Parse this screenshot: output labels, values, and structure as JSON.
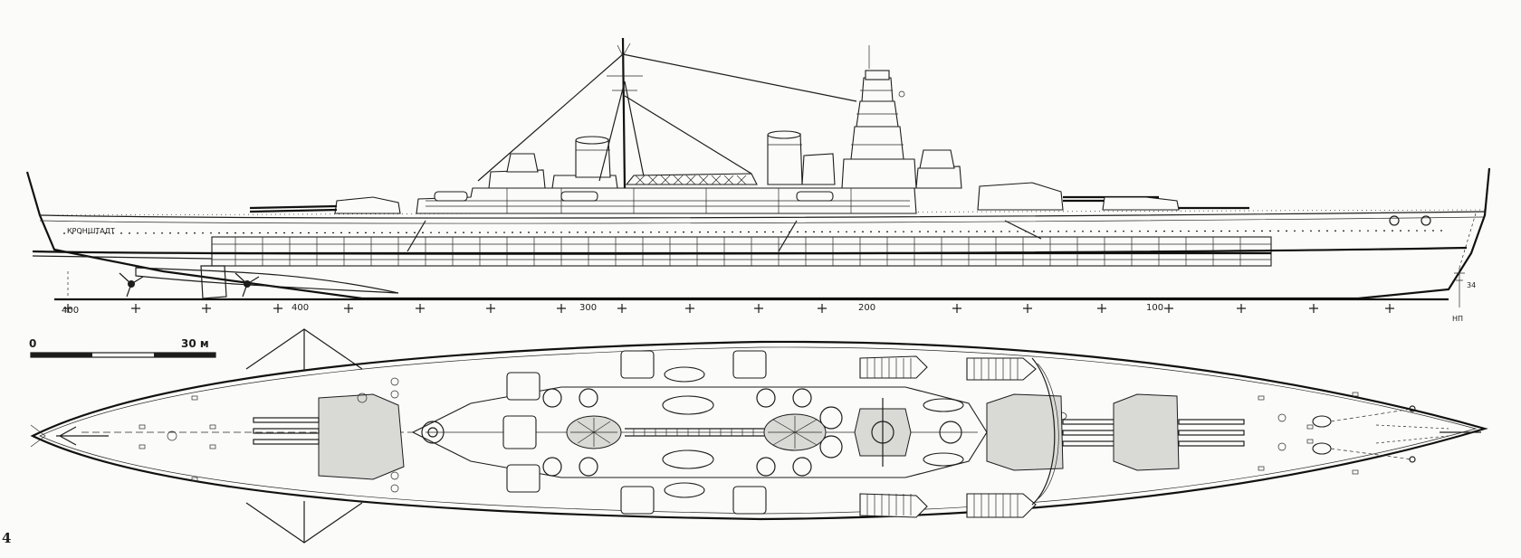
{
  "side_view": {
    "ship_name": "КРОНШТАДТ",
    "frame_labels": [
      "400",
      "400",
      "300",
      "200",
      "100"
    ],
    "bow_mark": "34",
    "perpendicular_mark": "НП"
  },
  "scale_bar": {
    "start": "0",
    "end": "30 м"
  },
  "figure_number": "4"
}
